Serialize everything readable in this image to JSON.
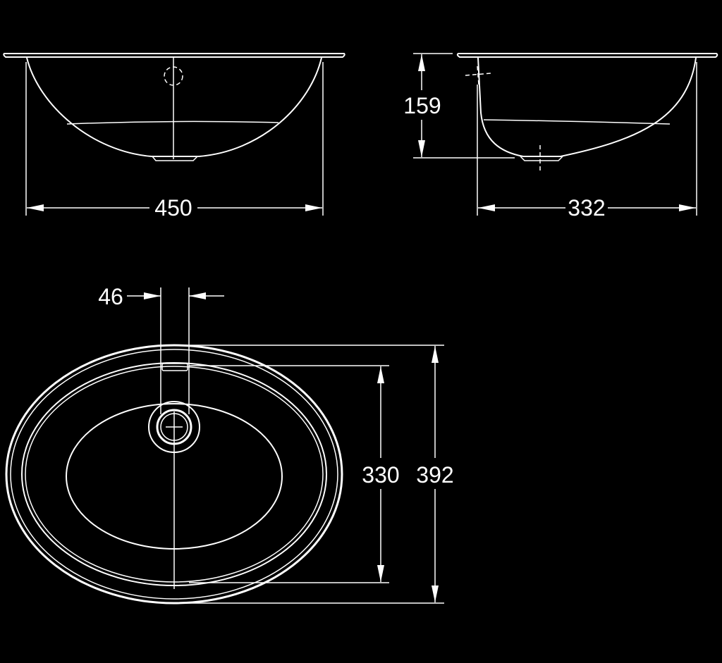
{
  "drawing": {
    "background_color": "#000000",
    "line_color": "#ffffff",
    "dimensions": {
      "front_width": "450",
      "side_height": "159",
      "side_depth": "332",
      "drain_offset": "46",
      "inner_depth": "330",
      "outer_depth": "392"
    }
  }
}
